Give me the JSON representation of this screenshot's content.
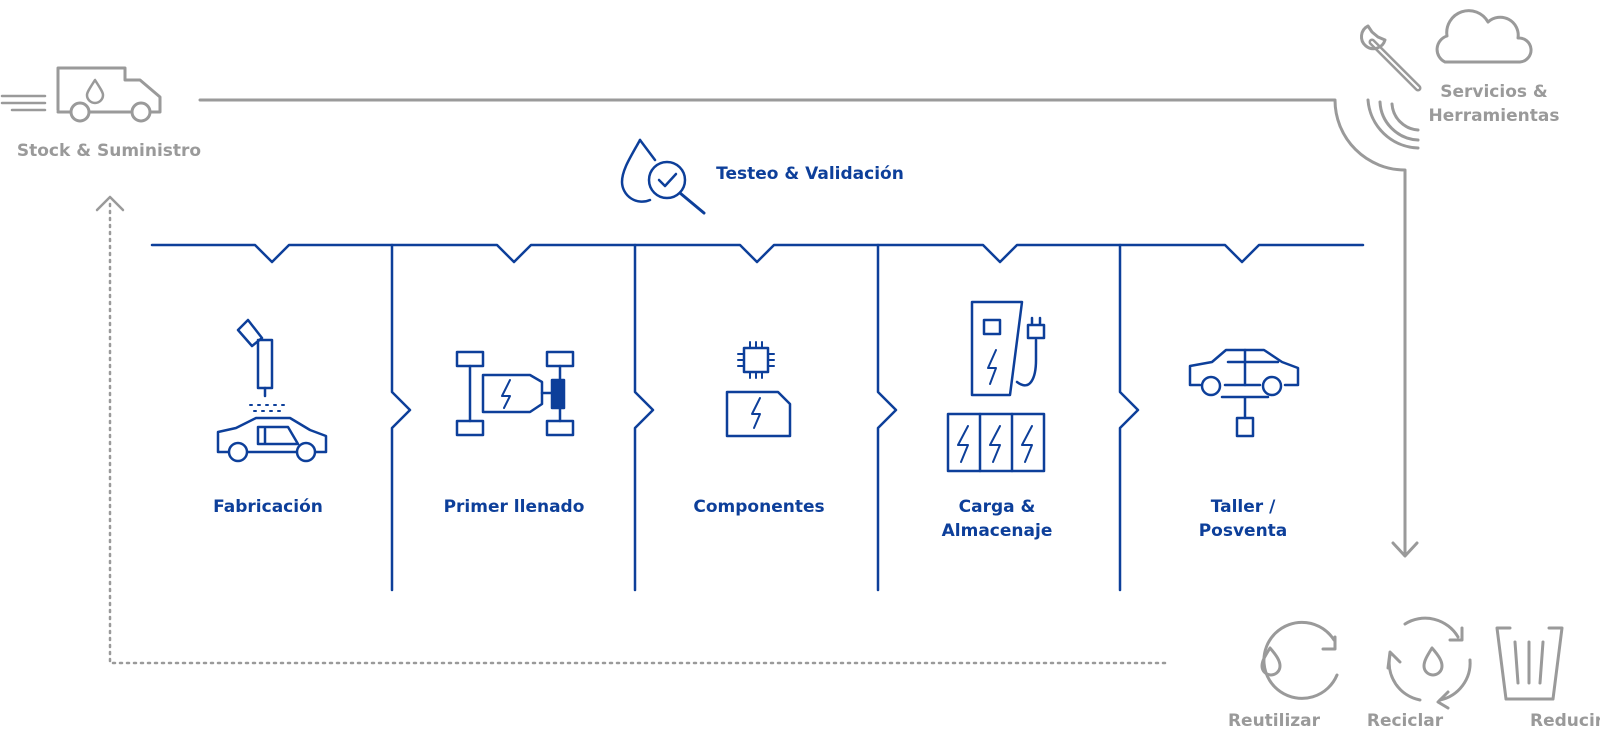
{
  "colors": {
    "primary": "#0d3f9a",
    "secondary": "#9a9a9a"
  },
  "stock": {
    "label": "Stock & Suministro",
    "icon": "van-with-drop-icon"
  },
  "services": {
    "line1": "Servicios &",
    "line2": "Herramientas",
    "icons": [
      "wrench-icon",
      "cloud-icon",
      "signal-icon"
    ]
  },
  "testing": {
    "label": "Testeo & Validación",
    "icon": "drop-magnifier-check-icon"
  },
  "stages": [
    {
      "line1": "Fabricación",
      "line2": "",
      "icon": "spray-car-icon"
    },
    {
      "line1": "Primer llenado",
      "line2": "",
      "icon": "ev-drivetrain-icon"
    },
    {
      "line1": "Componentes",
      "line2": "",
      "icon": "chip-battery-icon"
    },
    {
      "line1": "Carga &",
      "line2": "Almacenaje",
      "icon": "charger-battery-icon"
    },
    {
      "line1": "Taller /",
      "line2": "Posventa",
      "icon": "car-lift-icon"
    }
  ],
  "end_of_life": [
    {
      "label": "Reutilizar",
      "icon": "reuse-icon"
    },
    {
      "label": "Reciclar",
      "icon": "recycle-icon"
    },
    {
      "label": "Reducir",
      "icon": "bin-icon"
    }
  ]
}
